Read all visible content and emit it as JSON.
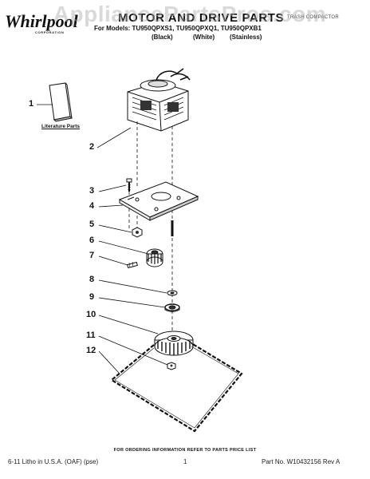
{
  "watermark": "AppliancePartsPros.com",
  "brand": {
    "logo": "Whirlpool",
    "sub": "CORPORATION"
  },
  "header": {
    "title": "MOTOR AND DRIVE PARTS",
    "right_label": "TRASH COMPACTOR",
    "models": "For Models: TU950QPXS1, TU950QPXQ1, TU950QPXB1",
    "finishes": [
      "(Black)",
      "(White)",
      "(Stainless)"
    ]
  },
  "diagram": {
    "callouts": [
      {
        "id": "1"
      },
      {
        "id": "2"
      },
      {
        "id": "3"
      },
      {
        "id": "4"
      },
      {
        "id": "5"
      },
      {
        "id": "6"
      },
      {
        "id": "7"
      },
      {
        "id": "8"
      },
      {
        "id": "9"
      },
      {
        "id": "10"
      },
      {
        "id": "11"
      },
      {
        "id": "12"
      }
    ],
    "literature_label": "Literature Parts"
  },
  "footer": {
    "order_note": "FOR ORDERING INFORMATION REFER TO PARTS PRICE LIST",
    "left": "6-11 Litho in U.S.A. (OAF) (pse)",
    "page": "1",
    "part_no": "Part No. W10432156 Rev A"
  },
  "colors": {
    "ink": "#111111",
    "watermark": "#aaaaaa",
    "paper": "#ffffff"
  }
}
